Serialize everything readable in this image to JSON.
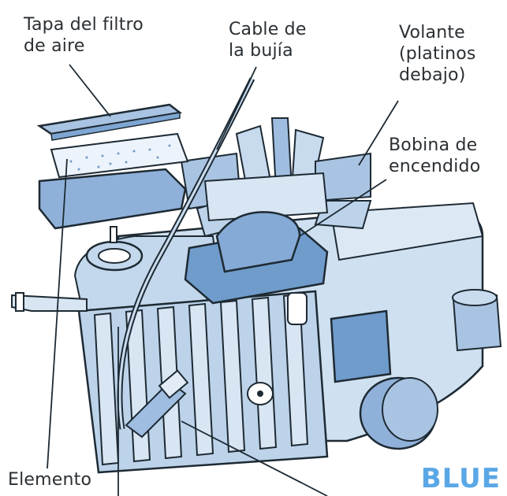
{
  "labels": {
    "air_filter_cover": [
      "Tapa del filtro",
      "de aire"
    ],
    "spark_plug_cable": [
      "Cable de",
      "la bujía"
    ],
    "flywheel": [
      "Volante",
      "(platinos",
      "debajo)"
    ],
    "ignition_coil": [
      "Bobina de",
      "encendido"
    ],
    "element": "Elemento"
  },
  "watermark": "BLUE",
  "colors": {
    "ink": "#1e2a33",
    "light_blue": "#c9dcef",
    "mid_blue": "#a9c4e2",
    "dark_blue": "#6f9ccb",
    "watermark": "#5aa7e6"
  }
}
